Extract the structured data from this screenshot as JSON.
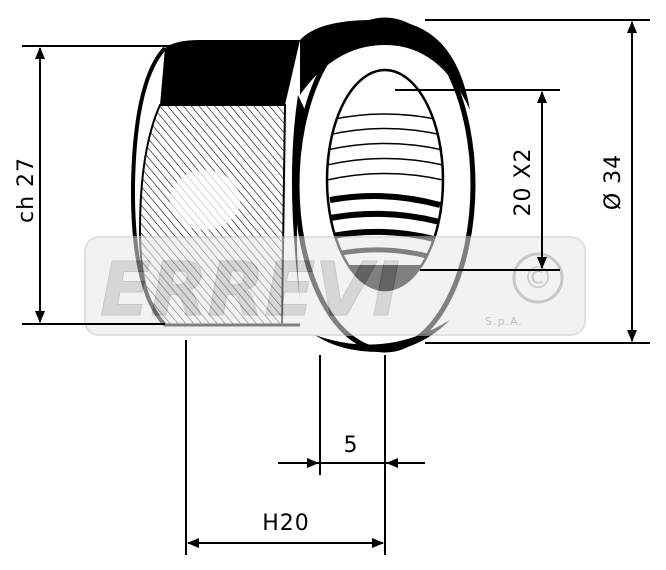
{
  "dimensions": {
    "hex": "ch 27",
    "thread": "20 X2",
    "diameter": "Ø 34",
    "flange": "5",
    "height": "H20"
  },
  "watermark": {
    "brand": "ERREVI",
    "suffix": "S.p.A.",
    "mark": "©"
  },
  "colors": {
    "ink": "#000000",
    "watermark": "#b5b5b5"
  }
}
